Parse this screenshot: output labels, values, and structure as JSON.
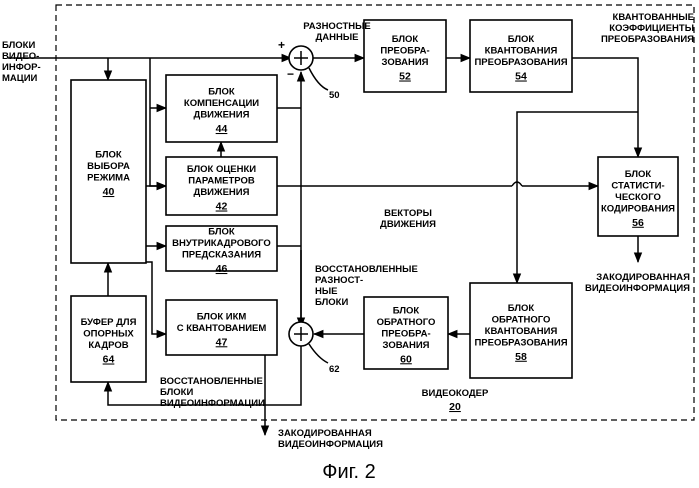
{
  "input_label": [
    "БЛОКИ",
    "ВИДЕО-",
    "ИНФОР-",
    "МАЦИИ"
  ],
  "blocks": {
    "mode_select": {
      "lines": [
        "БЛОК",
        "ВЫБОРА",
        "РЕЖИМА"
      ],
      "num": "40"
    },
    "motion_comp": {
      "lines": [
        "БЛОК",
        "КОМПЕНСАЦИИ",
        "ДВИЖЕНИЯ"
      ],
      "num": "44"
    },
    "motion_est": {
      "lines": [
        "БЛОК ОЦЕНКИ",
        "ПАРАМЕТРОВ",
        "ДВИЖЕНИЯ"
      ],
      "num": "42"
    },
    "intra": {
      "lines": [
        "БЛОК",
        "ВНУТРИКАДРОВОГО",
        "ПРЕДСКАЗАНИЯ"
      ],
      "num": "46"
    },
    "pcm": {
      "lines": [
        "БЛОК ИКМ",
        "С КВАНТОВАНИЕМ"
      ],
      "num": "47"
    },
    "ref_buffer": {
      "lines": [
        "БУФЕР ДЛЯ",
        "ОПОРНЫХ",
        "КАДРОВ"
      ],
      "num": "64"
    },
    "transform": {
      "lines": [
        "БЛОК",
        "ПРЕОБРА-",
        "ЗОВАНИЯ"
      ],
      "num": "52"
    },
    "quant": {
      "lines": [
        "БЛОК",
        "КВАНТОВАНИЯ",
        "ПРЕОБРАЗОВАНИЯ"
      ],
      "num": "54"
    },
    "entropy": {
      "lines": [
        "БЛОК",
        "СТАТИСТИ-",
        "ЧЕСКОГО",
        "КОДИРОВАНИЯ"
      ],
      "num": "56"
    },
    "inv_quant": {
      "lines": [
        "БЛОК",
        "ОБРАТНОГО",
        "КВАНТОВАНИЯ",
        "ПРЕОБРАЗОВАНИЯ"
      ],
      "num": "58"
    },
    "inv_transform": {
      "lines": [
        "БЛОК",
        "ОБРАТНОГО",
        "ПРЕОБРА-",
        "ЗОВАНИЯ"
      ],
      "num": "60"
    }
  },
  "summers": {
    "top": "50",
    "bottom": "62",
    "plus": "+",
    "minus": "−"
  },
  "labels": {
    "residual": [
      "РАЗНОСТНЫЕ",
      "ДАННЫЕ"
    ],
    "quant_coeffs": [
      "КВАНТОВАННЫЕ",
      "КОЭФФИЦИЕНТЫ",
      "ПРЕОБРАЗОВАНИЯ"
    ],
    "motion_vectors": [
      "ВЕКТОРЫ",
      "ДВИЖЕНИЯ"
    ],
    "encoded_right": [
      "ЗАКОДИРОВАННАЯ",
      "ВИДЕОИНФОРМАЦИЯ"
    ],
    "recon_residual": [
      "ВОССТАНОВЛЕННЫЕ",
      "РАЗНОСТ-",
      "НЫЕ",
      "БЛОКИ"
    ],
    "recon_blocks": [
      "ВОССТАНОВЛЕННЫЕ",
      "БЛОКИ",
      "ВИДЕОИНФОРМАЦИИ"
    ],
    "encoded_bottom": [
      "ЗАКОДИРОВАННАЯ",
      "ВИДЕОИНФОРМАЦИЯ"
    ],
    "encoder": "ВИДЕОКОДЕР",
    "encoder_num": "20"
  },
  "figure_caption": "Фиг. 2"
}
